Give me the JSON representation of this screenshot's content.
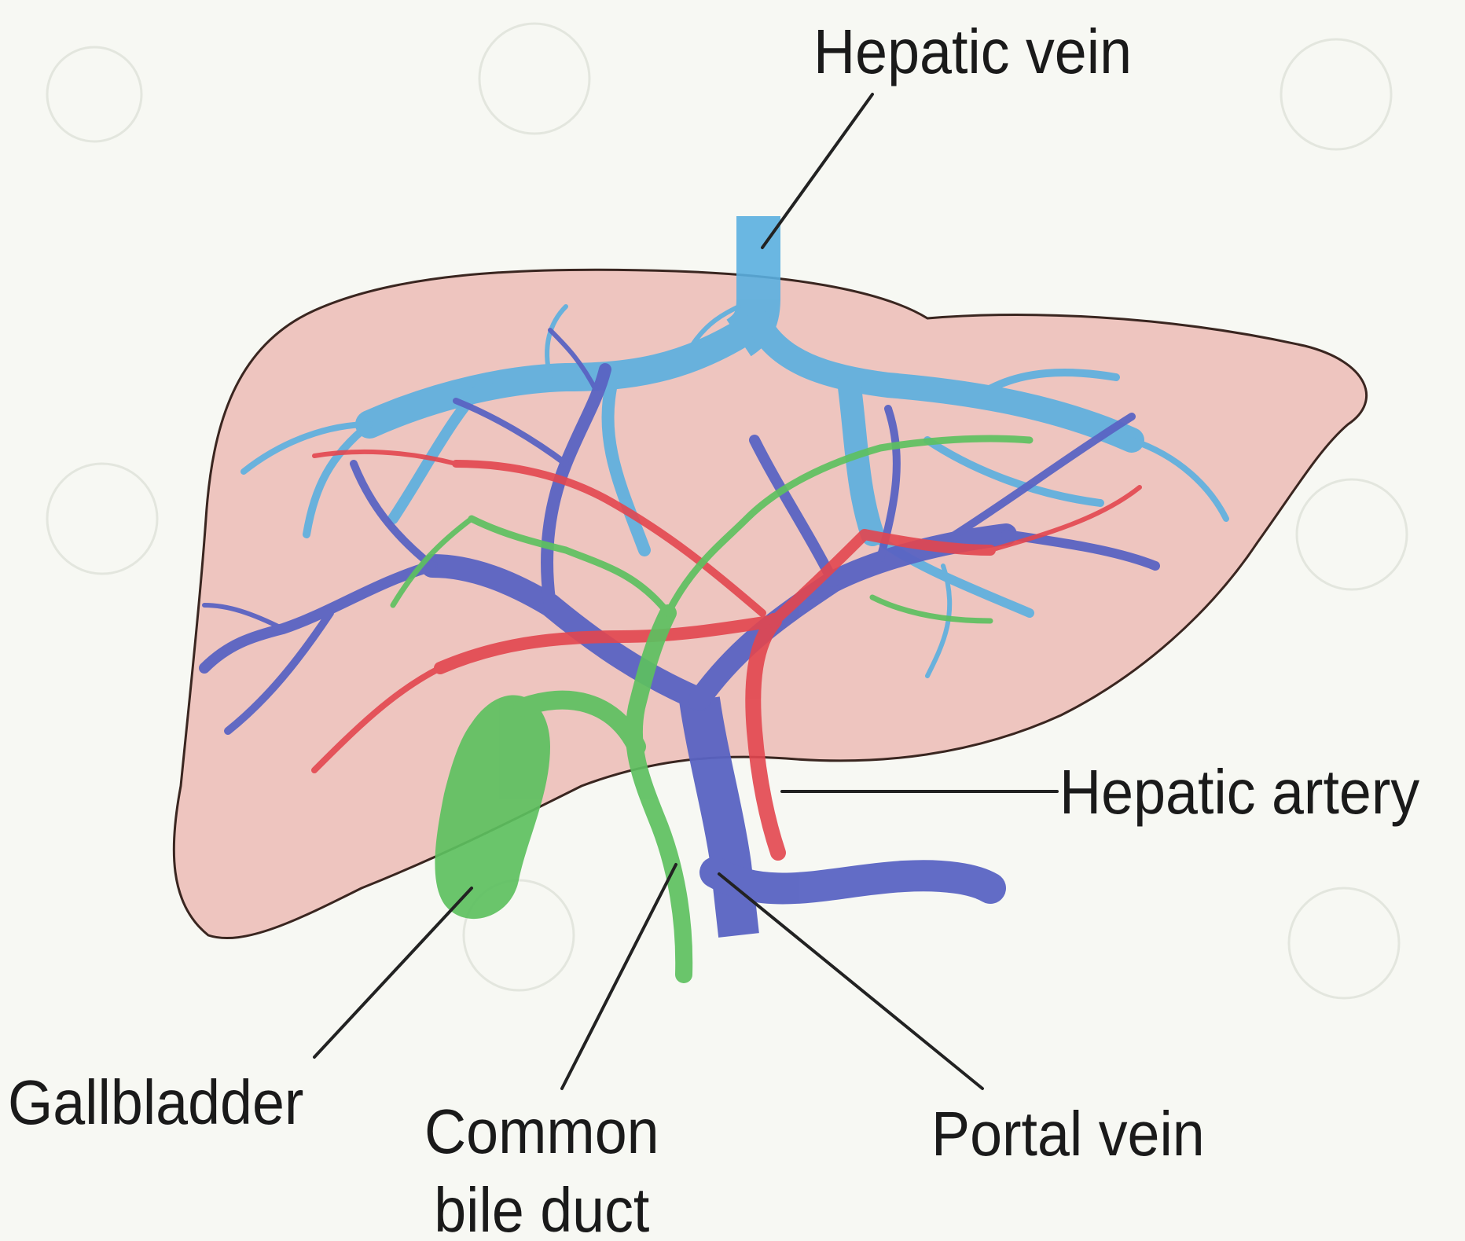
{
  "diagram": {
    "colors": {
      "liver": "#eec5bf",
      "liver_outline": "#3a2620",
      "hepatic_vein": "#5aafe0",
      "portal_vein": "#5a64c3",
      "hepatic_artery": "#e2464f",
      "bile_duct": "#5dc060",
      "leader_line": "#222222",
      "text": "#1a1a1a"
    },
    "labels": {
      "hepatic_vein": "Hepatic vein",
      "hepatic_artery": "Hepatic artery",
      "gallbladder": "Gallbladder",
      "common_bile_duct_line1": "Common",
      "common_bile_duct_line2": "bile duct",
      "portal_vein": "Portal vein"
    }
  }
}
